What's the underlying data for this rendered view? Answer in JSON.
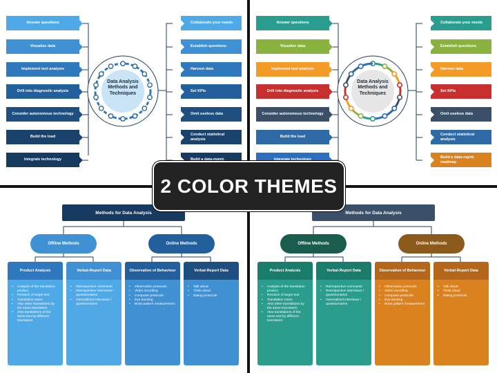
{
  "banner": "2 COLOR THEMES",
  "hub": {
    "line1": "Data Analysis",
    "line2": "Methods and",
    "line3": "Techniques"
  },
  "left_items": [
    "Answer questions",
    "Visualize data",
    "Implement text analysis",
    "Drill into diagnostic analysis",
    "Consider autonomous technology",
    "Build the load",
    "Integrate technology"
  ],
  "right_items": [
    "Collaborate your needs",
    "Establish questions",
    "Harvest data",
    "Set KPIs",
    "Omit useless data",
    "Conduct statistical analysis",
    "Build a data-mgmt. roadmap"
  ],
  "right_items_q1_last": "Build a data-mgmt.",
  "tree": {
    "title": "Methods for Data Analysis",
    "offline": "Offline Methods",
    "online": "Online Methods",
    "cards": [
      {
        "title": "Product Analysis",
        "items": [
          "Analysis of the translation product",
          "Revision of target text",
          "Translation notes",
          "Also other translations by the same translators",
          "Also translations of the same text by different translators"
        ]
      },
      {
        "title": "Verbal-Report Data",
        "items": [
          "Retrospective comments",
          "Retrospective interviews / questionnaires",
          "Generalized interviews / questionnaires"
        ]
      },
      {
        "title": "Observation of Behaviour",
        "items": [
          "Observation protocols",
          "Video recording",
          "Computer protocols",
          "Eye tracking",
          "Brain pattern measurement"
        ]
      },
      {
        "title": "Verbal-Report Data",
        "items": [
          "Talk aloud",
          "Think aloud",
          "Dialog protocols"
        ]
      }
    ]
  },
  "colors": {
    "blue_left": [
      "#4fa9e6",
      "#3f91d3",
      "#2f78bd",
      "#235f9c",
      "#1e4f80",
      "#1a426c",
      "#173a60"
    ],
    "blue_right": [
      "#4fa9e6",
      "#3f91d3",
      "#2f78bd",
      "#235f9c",
      "#1e4f80",
      "#1a426c",
      "#173a60"
    ],
    "multi_left": [
      "#2a9d8f",
      "#8ab23f",
      "#f49a27",
      "#c8302f",
      "#3a5068",
      "#2d6aa6",
      "#2c6fc0"
    ],
    "multi_right": [
      "#2a9d8f",
      "#8ab23f",
      "#f49a27",
      "#c8302f",
      "#3a5068",
      "#2d6aa6",
      "#d9821f"
    ],
    "blue_tree": {
      "title": "#173a60",
      "pill_l": "#3f91d3",
      "pill_r": "#235f9c",
      "card_heads": [
        "#2f78bd",
        "#3f91d3",
        "#235f9c",
        "#1e4f80"
      ],
      "card_bodies": [
        "#4fa9e6",
        "#4fa9e6",
        "#3f91d3",
        "#3f91d3"
      ]
    },
    "multi_tree": {
      "title": "#3a5068",
      "pill_l": "#1a5d4e",
      "pill_r": "#8c5a1a",
      "card_heads": [
        "#1a7d6c",
        "#1a7d6c",
        "#b4671a",
        "#b4671a"
      ],
      "card_bodies": [
        "#2a9d8f",
        "#2a9d8f",
        "#d9821f",
        "#d9821f"
      ]
    }
  }
}
